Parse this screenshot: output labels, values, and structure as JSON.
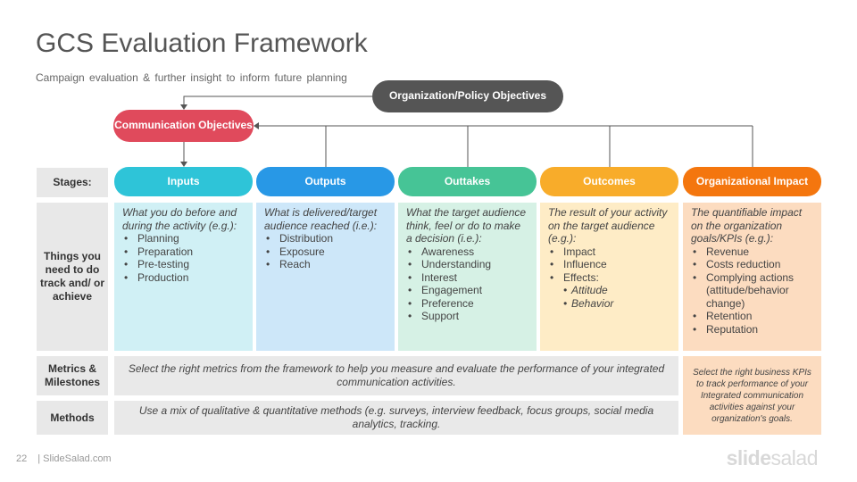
{
  "header": {
    "title": "GCS Evaluation Framework",
    "subtitle": "Campaign  evaluation & further insight to inform future planning"
  },
  "objectives": {
    "org": "Organization/Policy Objectives",
    "comm": "Communication Objectives"
  },
  "row_labels": {
    "stages": "Stages:",
    "things": "Things you need to do track and/ or achieve",
    "metrics": "Metrics & Milestones",
    "methods": "Methods"
  },
  "stages": [
    {
      "name": "Inputs",
      "color": "#2ec4d8",
      "fill": "#d0f0f5",
      "intro": "What you do before and during the activity (e.g.):",
      "items": [
        "Planning",
        "Preparation",
        "Pre-testing",
        "Production"
      ]
    },
    {
      "name": "Outputs",
      "color": "#2898e6",
      "fill": "#cde7f9",
      "intro": "What is delivered/target audience reached (i.e.):",
      "items": [
        "Distribution",
        "Exposure",
        "Reach"
      ]
    },
    {
      "name": "Outtakes",
      "color": "#46c496",
      "fill": "#d6f1e5",
      "intro": "What the target audience think, feel or do to make a decision (i.e.):",
      "items": [
        "Awareness",
        "Understanding",
        "Interest",
        "Engagement",
        "Preference",
        "Support"
      ]
    },
    {
      "name": "Outcomes",
      "color": "#f8ac2a",
      "fill": "#feecc6",
      "intro": "The result of your activity on the target audience (e.g.):",
      "items": [
        "Impact",
        "Influence",
        "Effects:"
      ],
      "subitems": [
        "Attitude",
        "Behavior"
      ]
    },
    {
      "name": "Organizational Impact",
      "color": "#f4760e",
      "fill": "#fcdcc0",
      "intro": "The quantifiable impact on the organization goals/KPIs (e.g.):",
      "items": [
        "Revenue",
        "Costs reduction",
        "Complying actions (attitude/behavior change)",
        "Retention",
        "Reputation"
      ]
    }
  ],
  "metrics_text": "Select the right metrics from the framework to help you measure and evaluate the performance of your integrated communication activities.",
  "methods_text": "Use a mix of qualitative & quantitative methods (e.g. surveys, interview feedback, focus groups, social media analytics, tracking.",
  "kpi_text": "Select the right business KPIs to track performance of your Integrated communication activities against your organization's goals.",
  "footer": {
    "page": "22",
    "site": "| SlideSalad.com",
    "brand_a": "slide",
    "brand_b": "salad"
  }
}
